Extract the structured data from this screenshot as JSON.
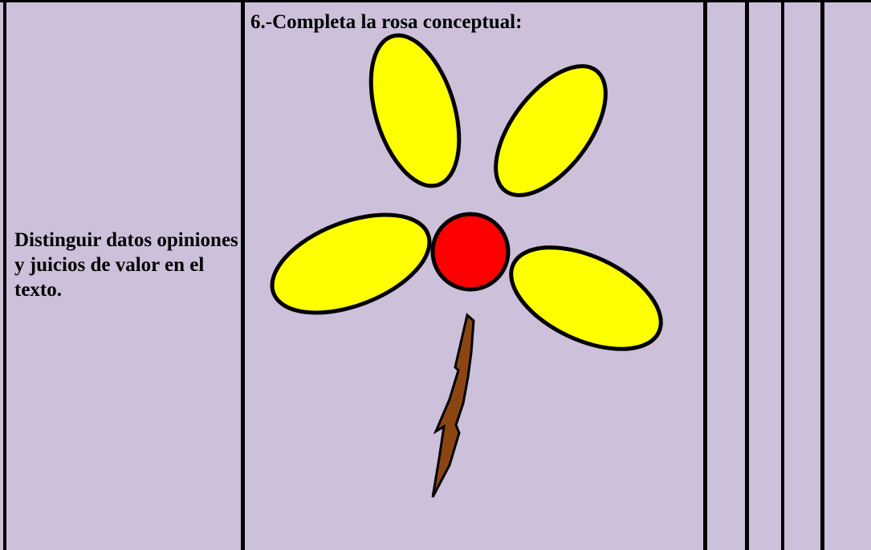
{
  "table": {
    "criterion_text": "Distinguir datos opiniones y juicios de valor en el texto.",
    "activity_title": "6.-Completa la rosa conceptual:"
  },
  "colors": {
    "cell_background": "#ccc0da",
    "grid_lines": "#000000",
    "petal_fill": "#ffff00",
    "center_fill": "#ff0000",
    "stem_fill": "#8b4513",
    "outline": "#000000"
  },
  "diagram": {
    "type": "concept-rose",
    "petal_count": 4,
    "has_center": true,
    "has_stem": true
  }
}
